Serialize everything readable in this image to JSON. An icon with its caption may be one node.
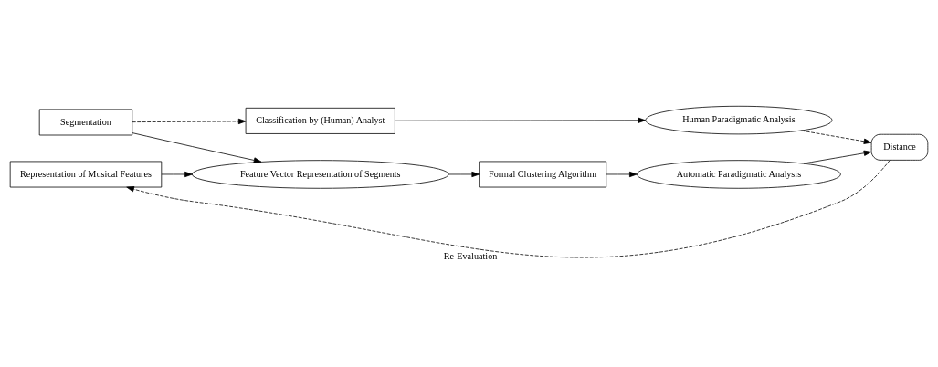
{
  "diagram": {
    "nodes": [
      {
        "text": [
          "Segmentation"
        ]
      },
      {
        "text": [
          "Representation of Musical Features"
        ]
      },
      {
        "text": [
          "Classification by (Human) Analyst"
        ]
      },
      {
        "text": [
          "Feature Vector Representation of Segments"
        ]
      },
      {
        "text": [
          "Human Paradigmatic Analysis"
        ]
      },
      {
        "text": [
          "Formal Clustering Algorithm"
        ]
      },
      {
        "text": [
          "Automatic Paradigmatic Analysis"
        ]
      },
      {
        "text": [
          "Distance"
        ]
      }
    ],
    "edges": [
      {
        "from": 0,
        "to": 2,
        "arrow": "to",
        "style": "dashed"
      },
      {
        "from": 0,
        "to": 3,
        "arrow": "to"
      },
      {
        "from": 1,
        "to": 3,
        "arrow": "to"
      },
      {
        "from": 2,
        "to": 4,
        "arrow": "to"
      },
      {
        "from": 3,
        "to": 5,
        "arrow": "to"
      },
      {
        "from": 4,
        "to": 7,
        "arrow": "to",
        "style": "dashed"
      },
      {
        "from": 5,
        "to": 6,
        "arrow": "to"
      },
      {
        "from": 6,
        "to": 7,
        "arrow": "to"
      },
      {
        "from": 7,
        "to": 1,
        "arrow": "to",
        "style": "dashed",
        "label": "Re-Evaluation"
      }
    ]
  }
}
